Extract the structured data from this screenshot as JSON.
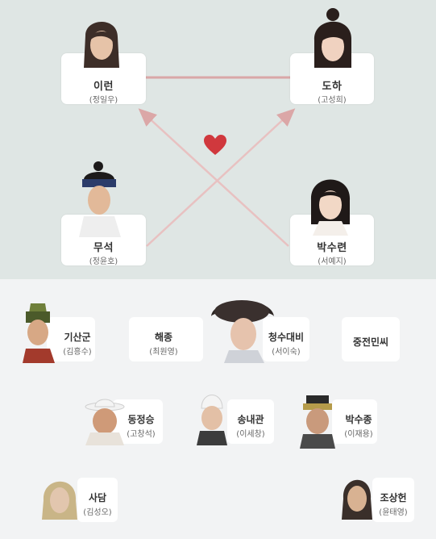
{
  "main": [
    {
      "name": "이런",
      "actor": "(정일우)"
    },
    {
      "name": "도하",
      "actor": "(고성희)"
    },
    {
      "name": "무석",
      "actor": "(정윤호)"
    },
    {
      "name": "박수련",
      "actor": "(서예지)"
    }
  ],
  "support": [
    {
      "name": "기산군",
      "actor": "(김흥수)"
    },
    {
      "name": "해종",
      "actor": "(최원영)"
    },
    {
      "name": "청수대비",
      "actor": "(서이숙)"
    },
    {
      "name": "중전민씨",
      "actor": ""
    },
    {
      "name": "동정승",
      "actor": "(고창석)"
    },
    {
      "name": "송내관",
      "actor": "(이세창)"
    },
    {
      "name": "박수종",
      "actor": "(이재용)"
    },
    {
      "name": "사담",
      "actor": "(김성오)"
    },
    {
      "name": "조상헌",
      "actor": "(윤태영)"
    }
  ],
  "colors": {
    "line": "#d9a7a7",
    "heart": "#d0383d",
    "top_bg": "#dfe6e4",
    "bottom_bg": "#f2f3f4"
  },
  "icons": {
    "heart": "heart-icon"
  }
}
